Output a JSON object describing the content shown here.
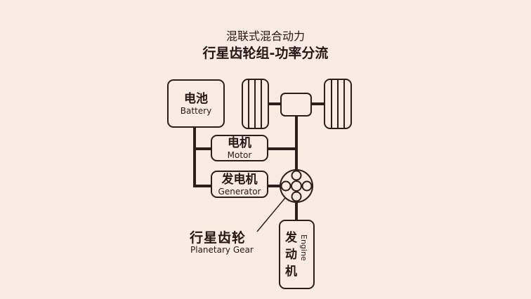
{
  "title": {
    "line1": "混联式混合动力",
    "line2": "行星齿轮组-功率分流"
  },
  "battery": {
    "cn": "电池",
    "en": "Battery"
  },
  "motor": {
    "cn": "电机",
    "en": "Motor"
  },
  "generator": {
    "cn": "发电机",
    "en": "Generator"
  },
  "engine": {
    "cn_chars": [
      "发",
      "动",
      "机"
    ],
    "en": "Engine"
  },
  "planetary_gear": {
    "cn": "行星齿轮",
    "en": "Planetary Gear"
  },
  "colors": {
    "background": "#fbece3",
    "ink": "#2a1f1c"
  }
}
